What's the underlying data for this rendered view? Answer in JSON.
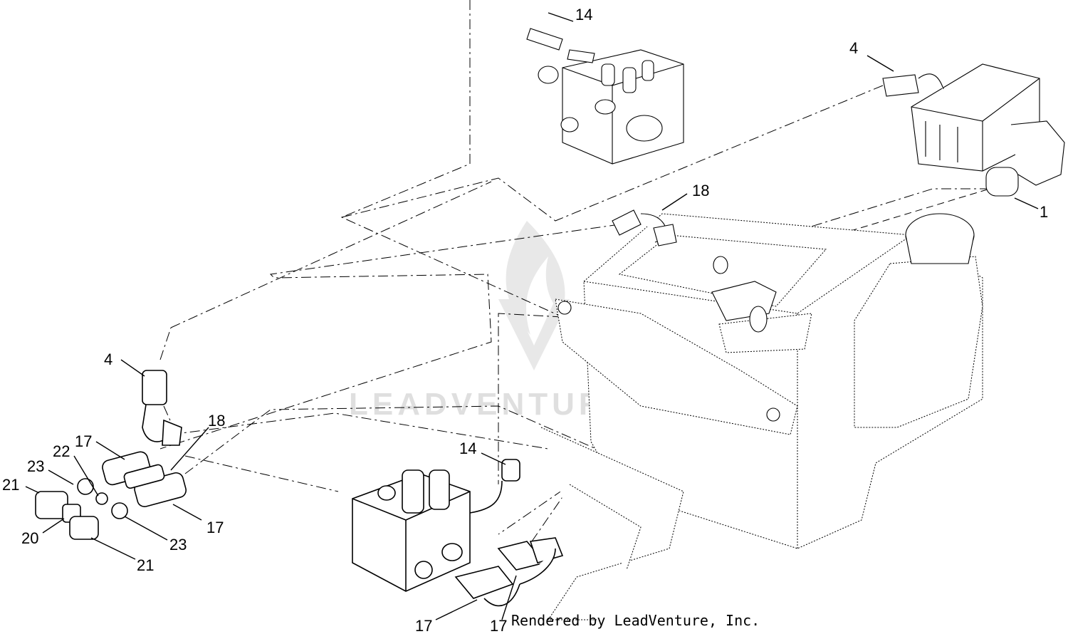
{
  "watermark": {
    "text": "LEADVENTURE",
    "color": "#dcdcdc"
  },
  "credit": "Rendered by LeadVenture, Inc.",
  "callouts": {
    "c14_top": "14",
    "c4_top": "4",
    "c18_top": "18",
    "c1": "1",
    "c4_left": "4",
    "c18_left": "18",
    "c17_upper": "17",
    "c14_mid": "14",
    "c23_left": "23",
    "c22": "22",
    "c21_left": "21",
    "c20": "20",
    "c17_right": "17",
    "c23_right": "23",
    "c21_bottom": "21",
    "c17_bottom_a": "17",
    "c17_bottom_b": "17"
  },
  "colors": {
    "line": "#000000",
    "background": "#ffffff"
  }
}
